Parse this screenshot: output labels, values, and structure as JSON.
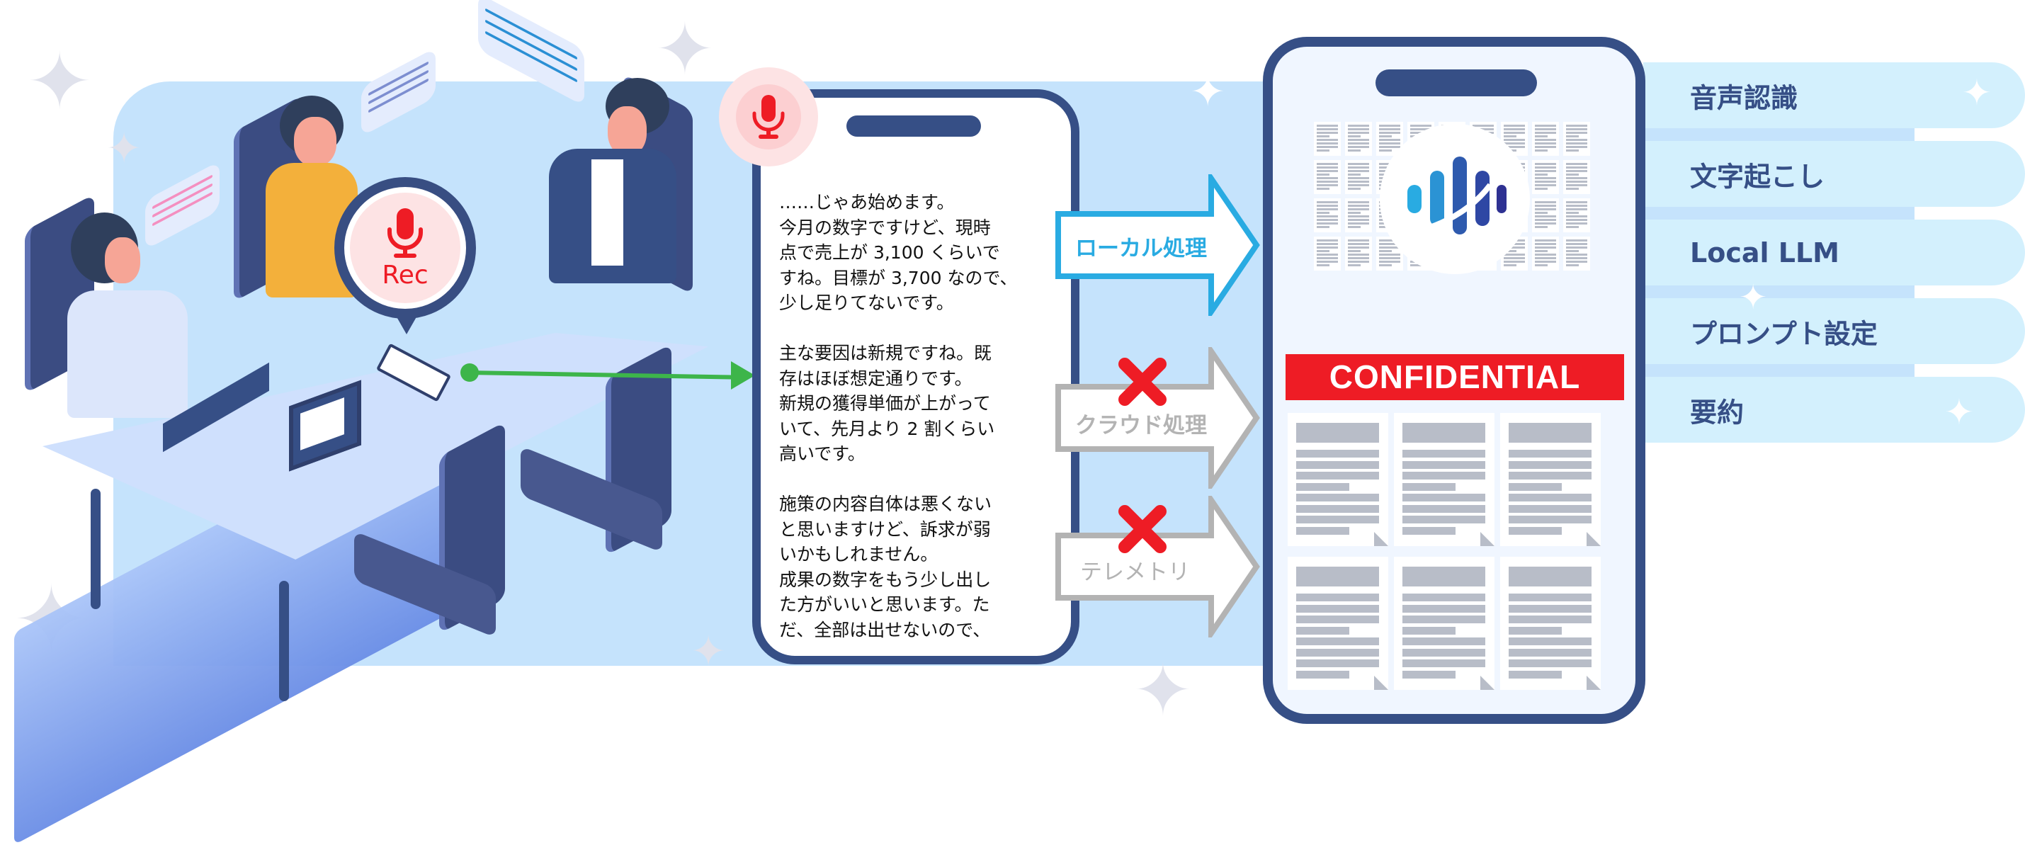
{
  "meeting": {
    "rec_label": "Rec",
    "icons": [
      "microphone-icon",
      "smartphone-icon",
      "laptop-icon",
      "speech-bubble-icon"
    ]
  },
  "transcript_phone": {
    "icon": "microphone-icon",
    "text": "……じゃあ始めます。\n今月の数字ですけど、現時\n点で売上が 3,100 くらいで\nすね。目標が 3,700 なので、\n少し足りてないです。\n\n主な要因は新規ですね。既\n存はほぼ想定通りです。\n新規の獲得単価が上がって\nいて、先月より 2 割くらい\n高いです。\n\n施策の内容自体は悪くない\nと思いますけど、訴求が弱\nいかもしれません。\n成果の数字をもう少し出し\nた方がいいと思います。た\nだ、全部は出せないので、"
  },
  "flows": [
    {
      "label": "ローカル処理",
      "status": "allowed",
      "color": "#29abe2"
    },
    {
      "label": "クラウド処理",
      "status": "blocked",
      "color": "#b3b3b3"
    },
    {
      "label": "テレメトリ",
      "status": "blocked",
      "color": "#b3b3b3"
    }
  ],
  "processing_phone": {
    "logo": "audio-wave-logo-icon",
    "badge": "CONFIDENTIAL"
  },
  "features": [
    {
      "label": "音声認識"
    },
    {
      "label": "文字起こし"
    },
    {
      "label": "Local LLM"
    },
    {
      "label": "プロンプト設定"
    },
    {
      "label": "要約"
    }
  ],
  "colors": {
    "navy": "#364f86",
    "red": "#ee1c25",
    "green": "#3db54a",
    "cyan": "#29abe2",
    "panel_blue": "#c5e3fc",
    "feature_bg": "#d3f0fd"
  }
}
